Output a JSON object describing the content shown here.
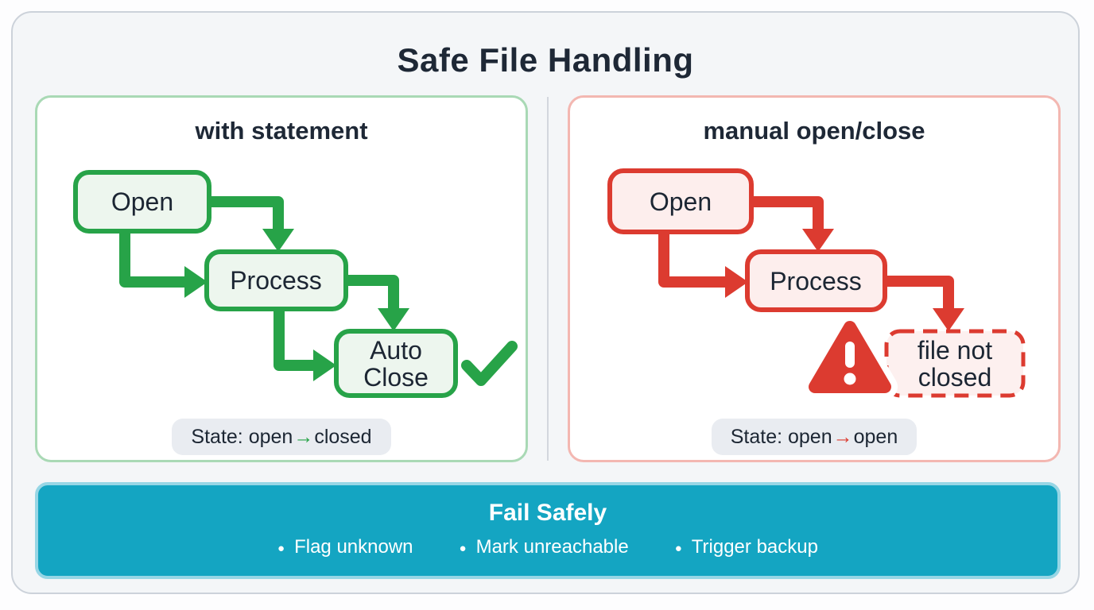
{
  "title": "Safe File Handling",
  "colors": {
    "success_green": "#27a348",
    "success_fill": "#edf6ee",
    "success_panel_border": "#a9d9b5",
    "error_red": "#dc3b30",
    "error_fill": "#fdeeed",
    "error_panel_border": "#f3b7b1",
    "banner_teal": "#14a5c2",
    "banner_border": "#97d6e5",
    "badge_bg": "#e9ecf1",
    "text_dark": "#1e2836"
  },
  "left_panel": {
    "title": "with statement",
    "node_open": "Open",
    "node_process": "Process",
    "node_auto_close_line1": "Auto",
    "node_auto_close_line2": "Close",
    "state_prefix": "State: open",
    "state_arrow": "→",
    "state_suffix": "closed"
  },
  "right_panel": {
    "title": "manual open/close",
    "node_open": "Open",
    "node_process": "Process",
    "node_error_line1": "file not",
    "node_error_line2": "closed",
    "state_prefix": "State: open",
    "state_arrow": "→",
    "state_suffix": "open"
  },
  "banner": {
    "title": "Fail Safely",
    "bullet_glyph": "●",
    "bullets": [
      "Flag unknown",
      "Mark unreachable",
      "Trigger backup"
    ]
  }
}
